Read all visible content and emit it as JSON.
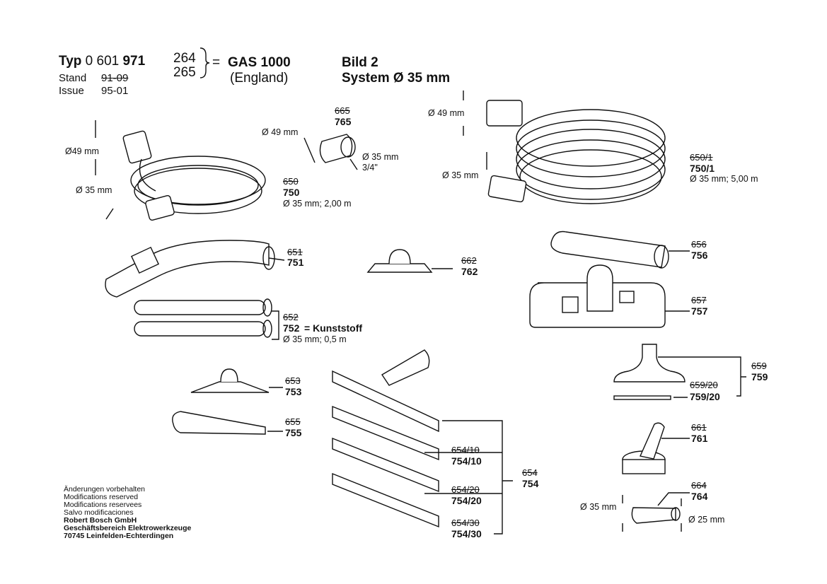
{
  "header": {
    "typ_label": "Typ",
    "typ_number_prefix": "0 601",
    "typ_number_bold": "971",
    "variant_1": "264",
    "variant_2": "265",
    "equals": "=",
    "model": "GAS  1000",
    "region": "(England)",
    "stand_label": "Stand",
    "stand_value": "91-09",
    "issue_label": "Issue",
    "issue_value": "95-01",
    "bild": "Bild 2",
    "system": "System Ø 35 mm"
  },
  "parts": {
    "hose_short": {
      "old": "650",
      "new": "750",
      "spec": "Ø 35 mm; 2,00 m",
      "dim_a": "Ø49 mm",
      "dim_b": "Ø 35 mm"
    },
    "adapter": {
      "old": "665",
      "new": "765",
      "dim_a": "Ø 49 mm",
      "dim_b": "Ø 35 mm",
      "dim_c": "3/4\""
    },
    "hose_long": {
      "old": "650/1",
      "new": "750/1",
      "spec": "Ø 35 mm; 5,00 m",
      "dim_a": "Ø 49 mm",
      "dim_b": "Ø 35 mm"
    },
    "bent_tube": {
      "old": "651",
      "new": "751"
    },
    "small_nozzle": {
      "old": "662",
      "new": "762"
    },
    "filter_tube": {
      "old": "656",
      "new": "756"
    },
    "floor_nozzle": {
      "old": "657",
      "new": "757"
    },
    "ext_tubes": {
      "old": "652",
      "new": "752",
      "material": "= Kunststoff",
      "spec": "Ø 35 mm; 0,5 m"
    },
    "upholstery_nozzle": {
      "old": "653",
      "new": "753"
    },
    "crevice_nozzle": {
      "old": "655",
      "new": "755"
    },
    "upholstery_set": {
      "old": "659",
      "new": "759",
      "sub_old": "659/20",
      "sub_new": "759/20"
    },
    "round_brush": {
      "old": "661",
      "new": "761"
    },
    "reducer": {
      "old": "664",
      "new": "764",
      "dim_a": "Ø 35 mm",
      "dim_b": "Ø 25 mm"
    },
    "wet_dry_nozzle": {
      "old": "654",
      "new": "754",
      "a_old": "654/10",
      "a_new": "754/10",
      "b_old": "654/20",
      "b_new": "754/20",
      "c_old": "654/30",
      "c_new": "754/30"
    }
  },
  "footer": {
    "lines": [
      "Änderungen vorbehalten",
      "Modifications reserved",
      "Modifications reservees",
      "Salvo modificaciones"
    ],
    "company": "Robert Bosch GmbH",
    "division": "Geschäftsbereich Elektrowerkzeuge",
    "address": "70745 Leinfelden-Echterdingen"
  }
}
